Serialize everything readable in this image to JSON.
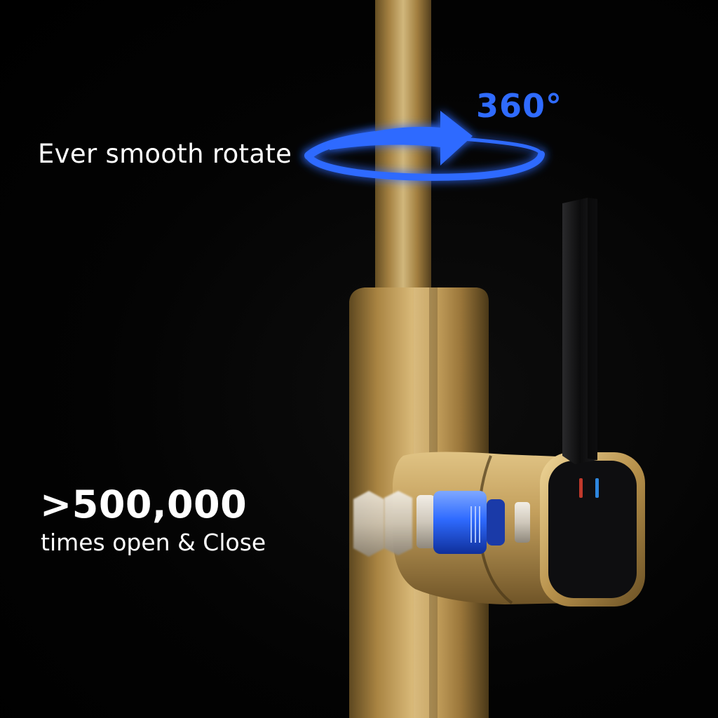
{
  "features": {
    "rotation": {
      "caption": "Ever smooth rotate",
      "degrees": "360°"
    },
    "durability": {
      "value": ">500,000",
      "caption": "times open & Close"
    }
  },
  "colors": {
    "background": "#000000",
    "text": "#ffffff",
    "accent_blue": "#2f6bff",
    "brushed_gold": "#c9a35a",
    "handle_black": "#111111",
    "hot_mark": "#c0392b",
    "cold_mark": "#2e86de"
  }
}
